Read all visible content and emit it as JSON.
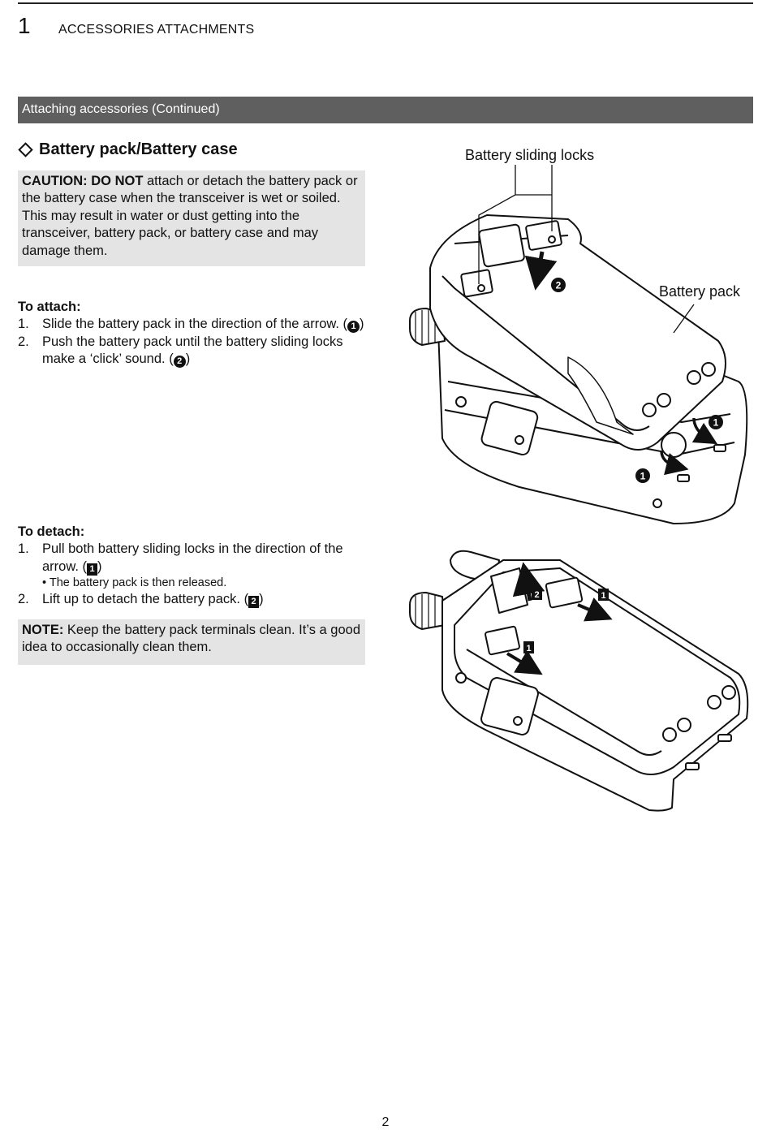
{
  "header": {
    "chapter_number": "1",
    "chapter_title": "ACCESSORIES ATTACHMENTS"
  },
  "section_bar": "Attaching accessories (Continued)",
  "subsection_title": "Battery pack/Battery case",
  "caution": {
    "label": "CAUTION: DO NOT",
    "text": " attach or detach the battery pack or the battery case when the transceiver is wet or soiled. This may result in water or dust getting into the transceiver, battery pack, or battery case and may damage them."
  },
  "attach": {
    "heading": "To attach:",
    "steps": [
      {
        "num": "1.",
        "text": "Slide the battery pack in the direction of the arrow. (",
        "marker": "1",
        "close": ")"
      },
      {
        "num": "2.",
        "text": "Push the battery pack until the battery sliding locks make a ‘click’ sound. (",
        "marker": "2",
        "close": ")"
      }
    ]
  },
  "detach": {
    "heading": "To detach:",
    "steps": [
      {
        "num": "1.",
        "text": "Pull both battery sliding locks in the direction of the arrow. (",
        "marker": "1",
        "close": ")"
      },
      {
        "num": "2.",
        "text": "Lift up to detach the battery pack. (",
        "marker": "2",
        "close": ")"
      }
    ],
    "sub_note": "• The battery pack is then released."
  },
  "note": {
    "label": "NOTE:",
    "text": " Keep the battery pack terminals clean. It’s a good idea to occasionally clean them."
  },
  "figure_top": {
    "label_locks": "Battery sliding locks",
    "label_pack": "Battery pack",
    "marker_1": "1",
    "marker_2": "2"
  },
  "figure_bottom": {
    "marker_1": "1",
    "marker_2": "2"
  },
  "page_number": "2"
}
